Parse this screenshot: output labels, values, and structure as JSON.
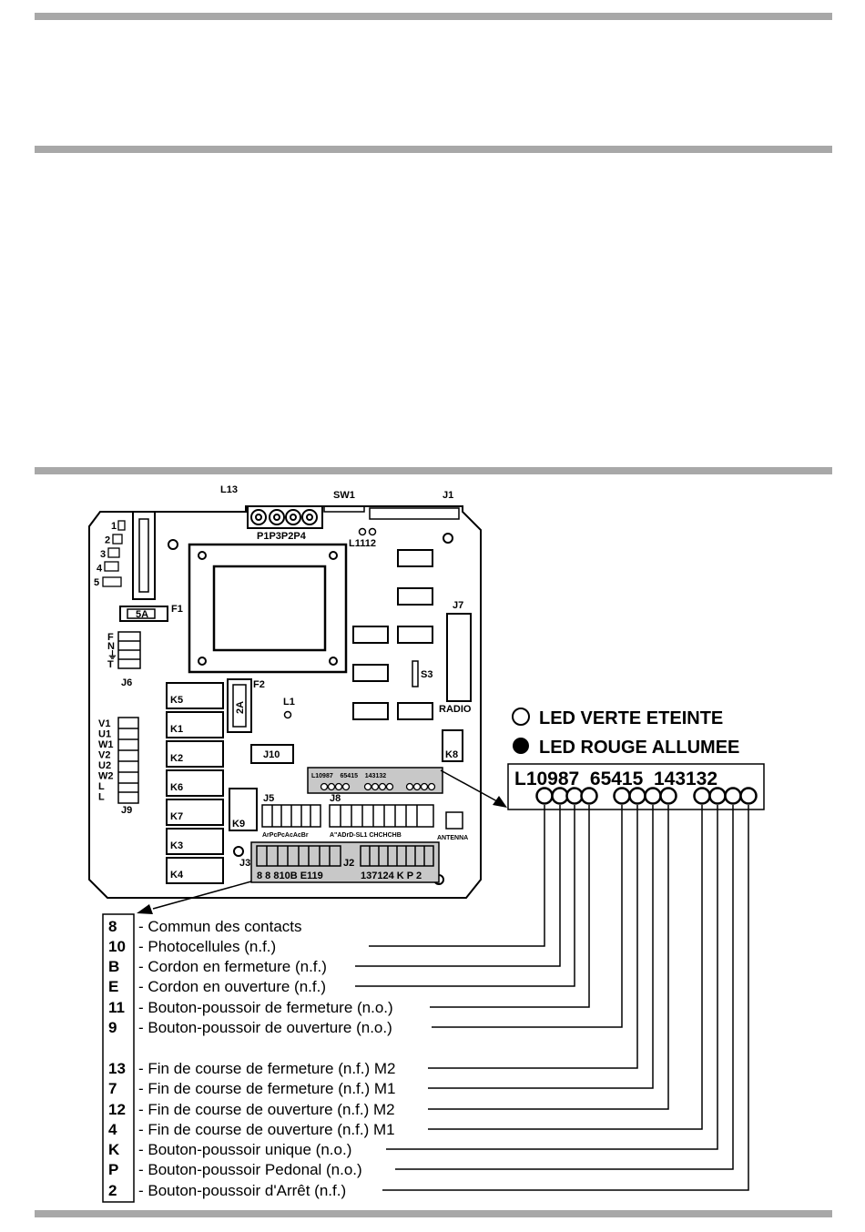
{
  "board": {
    "labels": {
      "l13": "L13",
      "sw1": "SW1",
      "j1": "J1",
      "p_conn": "P1P3P2P4",
      "l1112": "L1112",
      "f1": "F1",
      "f1_val": "5A",
      "j6": "J6",
      "f2": "F2",
      "f2_val": "2A",
      "j7": "J7",
      "s3": "S3",
      "radio": "RADIO",
      "l1": "L1",
      "k5": "K5",
      "k1": "K1",
      "k2": "K2",
      "k6": "K6",
      "k7": "K7",
      "k3": "K3",
      "k4": "K4",
      "k8": "K8",
      "k9": "K9",
      "j10": "J10",
      "j9": "J9",
      "j5": "J5",
      "j8": "J8",
      "j3": "J3",
      "j2": "J2",
      "antenna": "ANTENNA",
      "j5_pins": "ArPcPcAcAcBr",
      "j8_pins": "A\"ADrD-SL1 CHCHCHB",
      "j3_pins": "8 8 810B E119",
      "j2_pins": "137124 K P 2",
      "led_mini": "L10987    65415    143132"
    },
    "j6_pins": [
      "F",
      "N",
      "⏚",
      "T"
    ],
    "j9_pins": [
      "V1",
      "U1",
      "W1",
      "V2",
      "U2",
      "W2",
      "L",
      "L"
    ],
    "switch_nums": [
      "1",
      "2",
      "3",
      "4",
      "5"
    ]
  },
  "legend": {
    "green_off": "LED VERTE ETEINTE",
    "red_on": "LED ROUGE ALLUMEE"
  },
  "led_strip": {
    "label_text": "L10987  65415  143132"
  },
  "terminals": [
    {
      "key": "8",
      "desc": "- Commun des contacts"
    },
    {
      "key": "10",
      "desc": "- Photocellules (n.f.)"
    },
    {
      "key": "B",
      "desc": "- Cordon en fermeture (n.f.)"
    },
    {
      "key": "E",
      "desc": "- Cordon en ouverture (n.f.)"
    },
    {
      "key": "11",
      "desc": "- Bouton-poussoir de fermeture (n.o.)"
    },
    {
      "key": "9",
      "desc": "- Bouton-poussoir de ouverture (n.o.)"
    },
    {
      "key": "13",
      "desc": "- Fin de course de fermeture (n.f.) M2"
    },
    {
      "key": "7",
      "desc": "- Fin de course de fermeture (n.f.) M1"
    },
    {
      "key": "12",
      "desc": "- Fin de course de ouverture (n.f.) M2"
    },
    {
      "key": "4",
      "desc": "- Fin de course de ouverture (n.f.) M1"
    },
    {
      "key": "K",
      "desc": "- Bouton-poussoir unique (n.o.)"
    },
    {
      "key": "P",
      "desc": "- Bouton-poussoir Pedonal (n.o.)"
    },
    {
      "key": "2",
      "desc": "- Bouton-poussoir d'Arrêt (n.f.)"
    }
  ]
}
